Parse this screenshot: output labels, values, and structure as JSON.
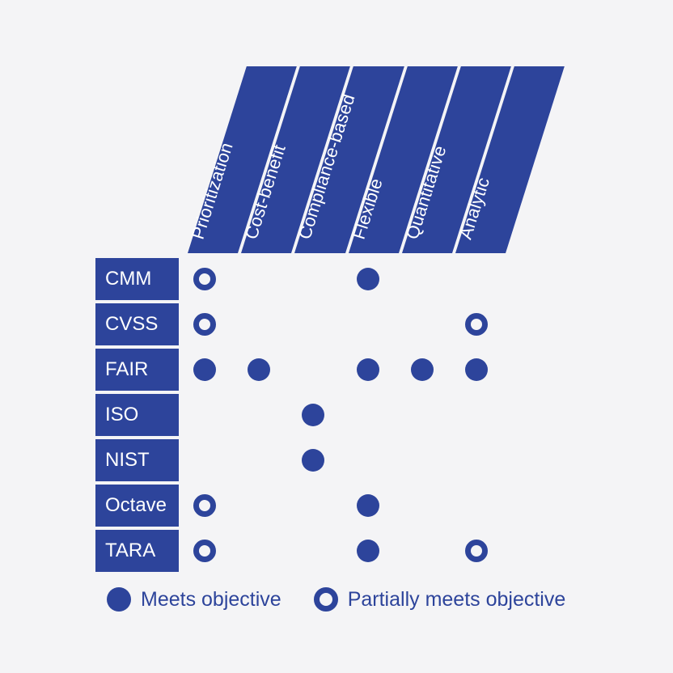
{
  "colors": {
    "brand_blue": "#2d449b",
    "background": "#f4f4f6",
    "label_text": "#ffffff"
  },
  "chart_data": {
    "type": "table",
    "title": "",
    "xlabel": "",
    "ylabel": "",
    "grid": false,
    "legend_position": "bottom-left",
    "columns": [
      "Prioritization",
      "Cost-benefit",
      "Compliance-based",
      "Flexible",
      "Quantitative",
      "Analytic"
    ],
    "rows": [
      "CMM",
      "CVSS",
      "FAIR",
      "ISO",
      "NIST",
      "Octave",
      "TARA"
    ],
    "value_legend": {
      "full": "Meets objective",
      "partial": "Partially meets objective",
      "none": ""
    },
    "cells": [
      [
        "partial",
        "none",
        "none",
        "full",
        "none",
        "none"
      ],
      [
        "partial",
        "none",
        "none",
        "none",
        "none",
        "partial"
      ],
      [
        "full",
        "full",
        "none",
        "full",
        "full",
        "full"
      ],
      [
        "none",
        "none",
        "full",
        "none",
        "none",
        "none"
      ],
      [
        "none",
        "none",
        "full",
        "none",
        "none",
        "none"
      ],
      [
        "partial",
        "none",
        "none",
        "full",
        "none",
        "none"
      ],
      [
        "partial",
        "none",
        "none",
        "full",
        "none",
        "partial"
      ]
    ]
  },
  "legend": {
    "items": [
      {
        "marker": "full",
        "label": "Meets objective"
      },
      {
        "marker": "partial",
        "label": "Partially meets objective"
      }
    ]
  }
}
